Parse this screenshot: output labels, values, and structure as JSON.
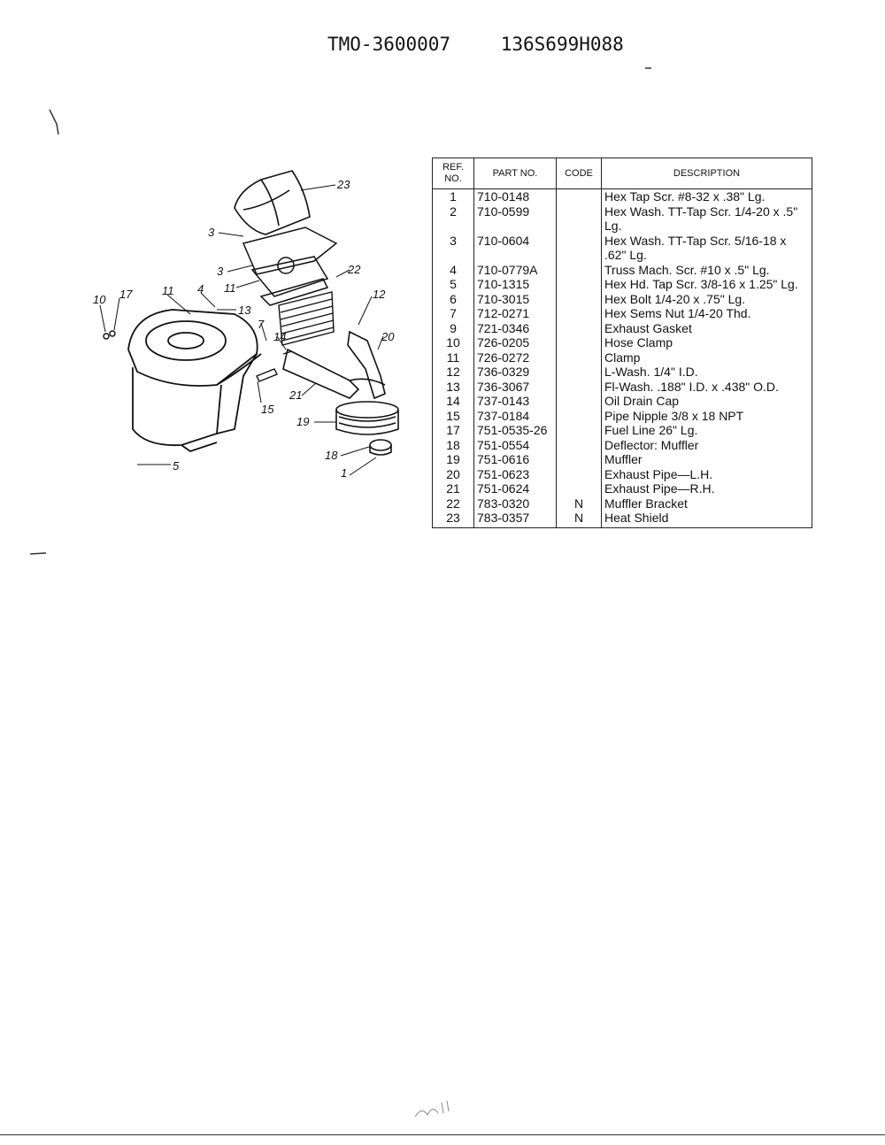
{
  "header": {
    "code1": "TMO-3600007",
    "code2": "136S699H088"
  },
  "diagram_labels": [
    "23",
    "3",
    "3",
    "11",
    "22",
    "10",
    "17",
    "11",
    "4",
    "13",
    "12",
    "7",
    "20",
    "14",
    "21",
    "15",
    "19",
    "18",
    "1",
    "5"
  ],
  "table": {
    "headers": {
      "ref": "REF. NO.",
      "part": "PART NO.",
      "code": "CODE",
      "description": "DESCRIPTION"
    },
    "rows": [
      {
        "ref": "1",
        "part": "710-0148",
        "code": "",
        "description": "Hex Tap Scr. #8-32 x .38\" Lg."
      },
      {
        "ref": "2",
        "part": "710-0599",
        "code": "",
        "description": "Hex Wash. TT-Tap Scr. 1/4-20 x .5\" Lg."
      },
      {
        "ref": "3",
        "part": "710-0604",
        "code": "",
        "description": "Hex Wash. TT-Tap Scr. 5/16-18 x .62\" Lg."
      },
      {
        "ref": "4",
        "part": "710-0779A",
        "code": "",
        "description": "Truss Mach. Scr. #10 x .5\" Lg."
      },
      {
        "ref": "5",
        "part": "710-1315",
        "code": "",
        "description": "Hex Hd. Tap Scr. 3/8-16 x 1.25\" Lg."
      },
      {
        "ref": "6",
        "part": "710-3015",
        "code": "",
        "description": "Hex Bolt 1/4-20 x .75\" Lg."
      },
      {
        "ref": "7",
        "part": "712-0271",
        "code": "",
        "description": "Hex Sems Nut 1/4-20 Thd."
      },
      {
        "ref": "9",
        "part": "721-0346",
        "code": "",
        "description": "Exhaust Gasket"
      },
      {
        "ref": "10",
        "part": "726-0205",
        "code": "",
        "description": "Hose Clamp"
      },
      {
        "ref": "11",
        "part": "726-0272",
        "code": "",
        "description": "Clamp"
      },
      {
        "ref": "12",
        "part": "736-0329",
        "code": "",
        "description": "L-Wash. 1/4\" I.D."
      },
      {
        "ref": "13",
        "part": "736-3067",
        "code": "",
        "description": "Fl-Wash. .188\" I.D. x .438\" O.D."
      },
      {
        "ref": "14",
        "part": "737-0143",
        "code": "",
        "description": "Oil Drain Cap"
      },
      {
        "ref": "15",
        "part": "737-0184",
        "code": "",
        "description": "Pipe Nipple 3/8 x 18 NPT"
      },
      {
        "ref": "17",
        "part": "751-0535-26",
        "code": "",
        "description": "Fuel Line 26\" Lg."
      },
      {
        "ref": "18",
        "part": "751-0554",
        "code": "",
        "description": "Deflector: Muffler"
      },
      {
        "ref": "19",
        "part": "751-0616",
        "code": "",
        "description": "Muffler"
      },
      {
        "ref": "20",
        "part": "751-0623",
        "code": "",
        "description": "Exhaust Pipe—L.H."
      },
      {
        "ref": "21",
        "part": "751-0624",
        "code": "",
        "description": "Exhaust Pipe—R.H."
      },
      {
        "ref": "22",
        "part": "783-0320",
        "code": "N",
        "description": "Muffler Bracket"
      },
      {
        "ref": "23",
        "part": "783-0357",
        "code": "N",
        "description": "Heat Shield"
      }
    ]
  }
}
